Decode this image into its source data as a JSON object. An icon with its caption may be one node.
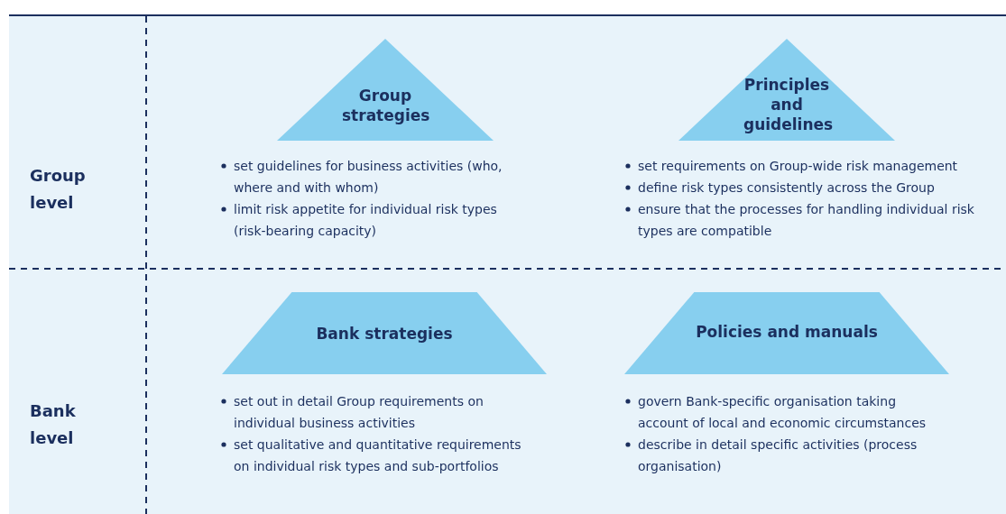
{
  "diagram": {
    "nodes": [
      {
        "text": [
          "Group strategies"
        ],
        "beside": [
          "set guidelines for business activities (who, where and with whom)",
          "limit risk appetite for individual risk types (risk-bearing capacity)"
        ]
      },
      {
        "text": [
          "Principles and guidelines"
        ],
        "beside": [
          "set requirements on Group-wide risk management",
          "define risk types consistently across the Group",
          "ensure that the processes for handling individual risk types are compatible"
        ]
      },
      {
        "text": [
          "Bank strategies"
        ],
        "beside": [
          "set out in detail Group requirements on individual business activities",
          "set qualitative and quantitative requirements on individual risk types and sub-portfolios"
        ]
      },
      {
        "text": [
          "Policies and manuals"
        ],
        "beside": [
          "govern Bank-specific organisation taking account of local and economic circumstances",
          "describe in detail specific activities (process organisation)"
        ]
      }
    ],
    "edges": [],
    "labels": [
      "Group level",
      "Bank level"
    ]
  }
}
